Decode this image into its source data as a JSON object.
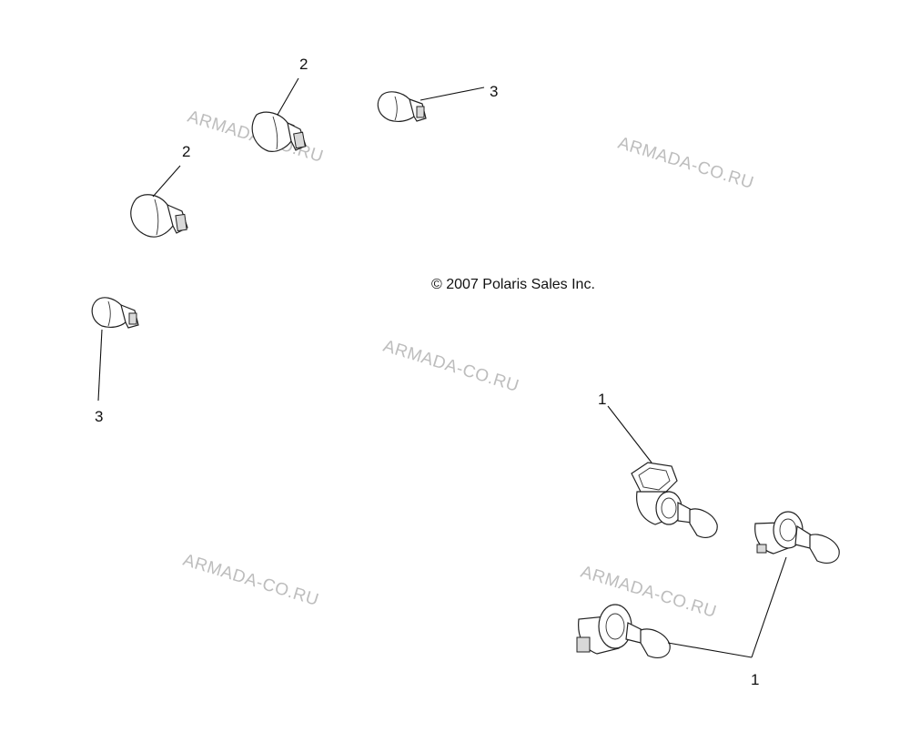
{
  "copyright": "© 2007 Polaris Sales Inc.",
  "watermark": "ARMADA-CO.RU",
  "callouts": {
    "c2_top": "2",
    "c2_left": "2",
    "c3_top": "3",
    "c3_left": "3",
    "c1_upper": "1",
    "c1_lower": "1"
  }
}
